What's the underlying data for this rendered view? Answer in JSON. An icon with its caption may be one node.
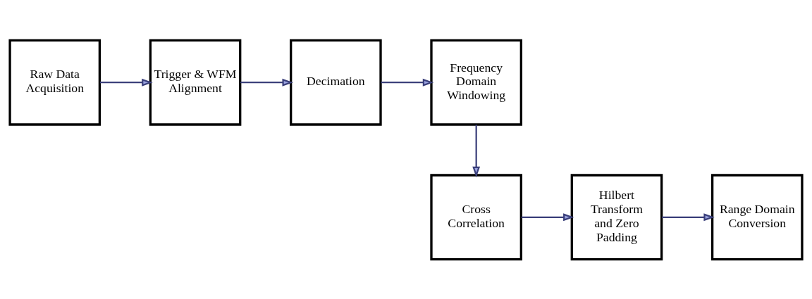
{
  "diagram": {
    "nodes": [
      {
        "text": [
          "Raw Data Acquisition"
        ]
      },
      {
        "text": [
          "Trigger & WFM Alignment"
        ]
      },
      {
        "text": [
          "Decimation"
        ]
      },
      {
        "text": [
          "Frequency Domain Windowing"
        ]
      },
      {
        "text": [
          "Cross Correlation"
        ]
      },
      {
        "text": [
          "Hilbert Transform and Zero Padding"
        ]
      },
      {
        "text": [
          "Range Domain Conversion"
        ]
      }
    ],
    "edges": [
      {
        "from": 0,
        "to": 1,
        "arrow": "to"
      },
      {
        "from": 1,
        "to": 2,
        "arrow": "to"
      },
      {
        "from": 2,
        "to": 3,
        "arrow": "to"
      },
      {
        "from": 3,
        "to": 4,
        "arrow": "to"
      },
      {
        "from": 4,
        "to": 5,
        "arrow": "to"
      },
      {
        "from": 5,
        "to": 6,
        "arrow": "to"
      }
    ]
  }
}
